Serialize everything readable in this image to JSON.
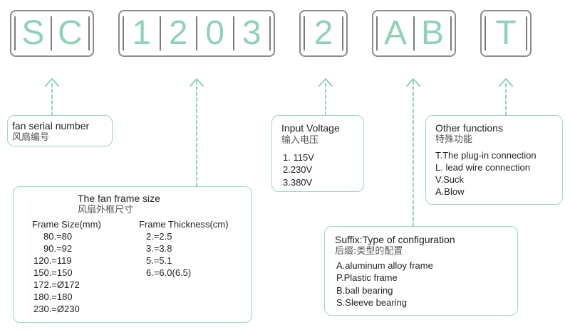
{
  "code": {
    "groups": [
      {
        "id": "series",
        "chars": [
          "S",
          "C"
        ]
      },
      {
        "id": "size",
        "chars": [
          "1",
          "2",
          "0",
          "3"
        ]
      },
      {
        "id": "voltage",
        "chars": [
          "2"
        ]
      },
      {
        "id": "suffix",
        "chars": [
          "A",
          "B"
        ]
      },
      {
        "id": "function",
        "chars": [
          "T"
        ]
      }
    ]
  },
  "series_panel": {
    "title": "fan serial number",
    "title_cn": "风扇编号"
  },
  "frame_panel": {
    "title": "The fan frame size",
    "title_cn": "风扇外框尺寸",
    "size_header": "Frame Size(mm)",
    "sizes": [
      "80.=80",
      "90.=92",
      "120.=119",
      "150.=150",
      "172.=Ø172",
      "180.=180",
      "230.=Ø230"
    ],
    "thickness_header": "Frame Thickness(cm)",
    "thickness": [
      "2.=2.5",
      "3.=3.8",
      "5.=5.1",
      "6.=6.0(6.5)"
    ]
  },
  "voltage_panel": {
    "title": "Input Voltage",
    "title_cn": "输入电压",
    "items": [
      "1. 115V",
      "2.230V",
      "3.380V"
    ]
  },
  "suffix_panel": {
    "title": "Suffix:Type of configuration",
    "title_cn": "后缀:类型的配置",
    "items": [
      "A.aluminum alloy frame",
      "P.Plastic frame",
      "B.ball bearing",
      "S.Sleeve bearing"
    ]
  },
  "function_panel": {
    "title": "Other functions",
    "title_cn": "特殊功能",
    "items": [
      "T.The plug-in connection",
      "L. lead wire connection",
      "V.Suck",
      "A.Blow"
    ]
  },
  "colors": {
    "accent": "#8ed3b6",
    "panel_border": "#9bd8be",
    "box_border": "#8c8c8c"
  }
}
